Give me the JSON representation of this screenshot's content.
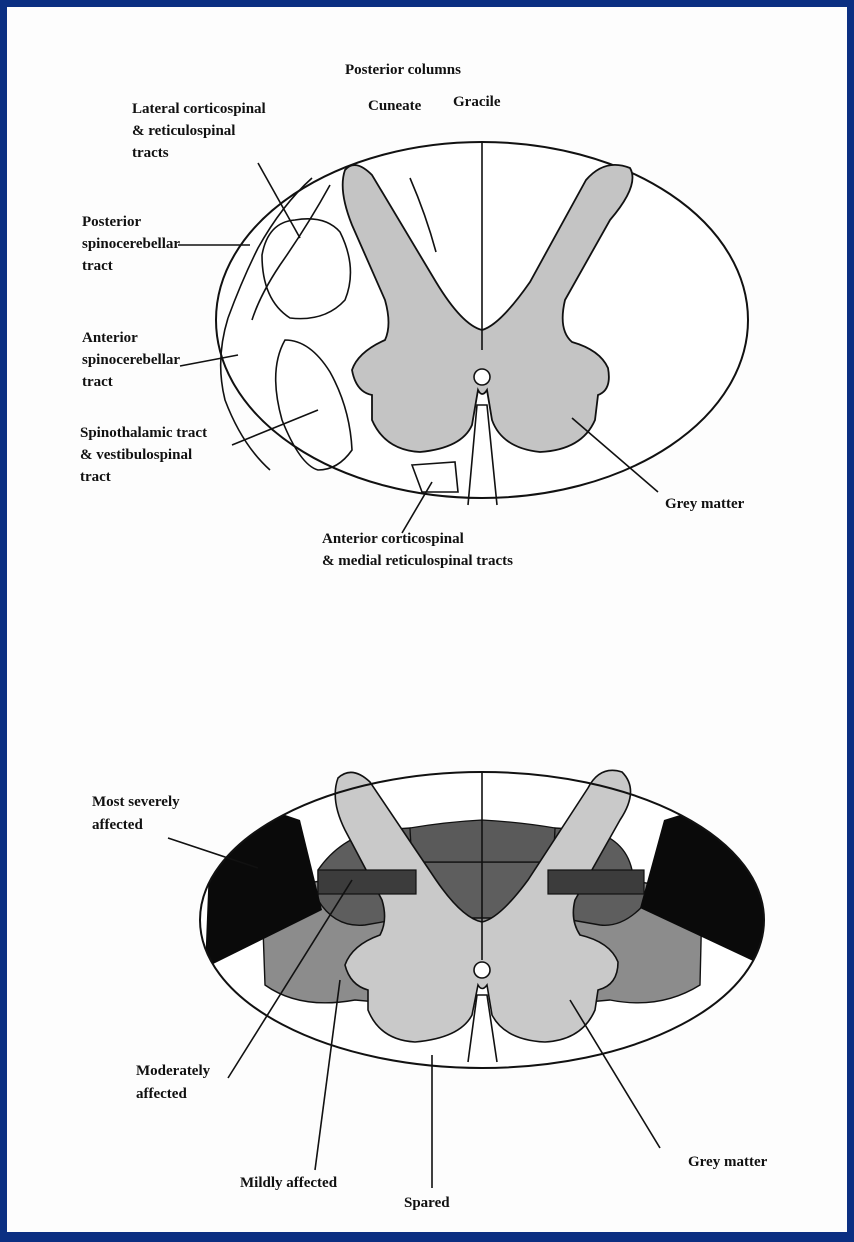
{
  "colors": {
    "border": "#0b2f82",
    "background": "#fdfdfd",
    "ink": "#111111",
    "grey_matter": "#c4c4c4",
    "most_severe": "#0a0a0a",
    "moderate": "#5e5e5e",
    "mild": "#8c8c8c",
    "spared": "#ffffff"
  },
  "top_diagram": {
    "posterior_columns": "Posterior columns",
    "cuneate": "Cuneate",
    "gracile": "Gracile",
    "lateral_corticospinal": [
      "Lateral corticospinal",
      "& reticulospinal",
      "tracts"
    ],
    "posterior_spinocerebellar": [
      "Posterior",
      "spinocerebellar",
      "tract"
    ],
    "anterior_spinocerebellar": [
      "Anterior",
      "spinocerebellar",
      "tract"
    ],
    "spinothalamic": [
      "Spinothalamic tract",
      "& vestibulospinal",
      "tract"
    ],
    "anterior_corticospinal": [
      "Anterior corticospinal",
      "& medial reticulospinal tracts"
    ],
    "grey_matter": "Grey matter"
  },
  "bottom_diagram": {
    "most_severely": [
      "Most severely",
      "affected"
    ],
    "moderately": [
      "Moderately",
      "affected"
    ],
    "mildly": "Mildly affected",
    "spared": "Spared",
    "grey_matter": "Grey matter"
  }
}
